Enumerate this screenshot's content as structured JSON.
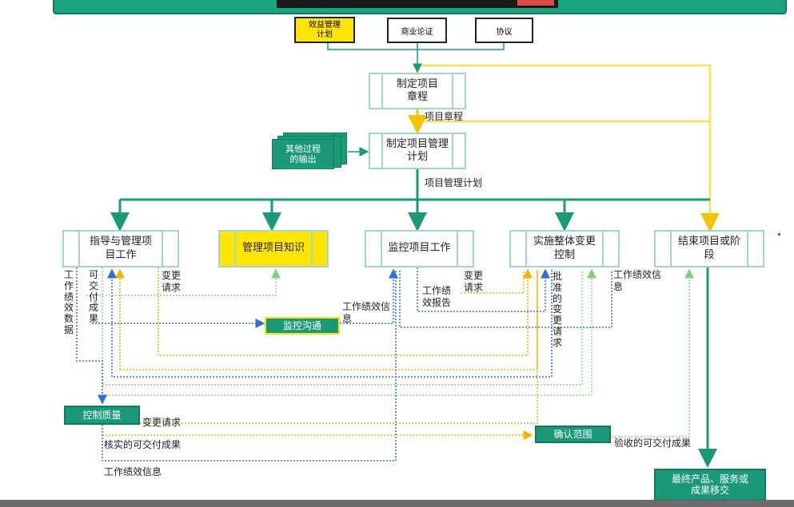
{
  "inputs": {
    "benefits_plan": "效益管理计划",
    "business_case": "商业论证",
    "agreements": "协议"
  },
  "processes": {
    "develop_charter": "制定项目章程",
    "develop_pm_plan": "制定项目管理计划",
    "direct_manage": "指导与管理项目工作",
    "manage_knowledge": "管理项目知识",
    "monitor_control": "监控项目工作",
    "integrated_change": "实施整体变更控制",
    "close_project": "结束项目或阶段"
  },
  "external_processes": {
    "other_outputs": "其他过程的输出",
    "monitor_comms": "监控沟通",
    "control_quality": "控制质量",
    "validate_scope": "确认范围",
    "final_transition": "最终产品、服务或成果移交"
  },
  "flow_labels": {
    "project_charter": "项目章程",
    "pm_plan": "项目管理计划",
    "deliverables": "可交付成果",
    "change_requests_1": "变更请求",
    "work_perf_data": "工作绩效数据",
    "work_perf_info_1": "工作绩效信息",
    "work_perf_reports": "工作绩效报告",
    "change_requests_2": "变更请求",
    "approved_changes": "批准的变更请求",
    "work_perf_info_2": "工作绩效信息",
    "change_requests_3": "变更请求",
    "verified_deliverables": "核实的可交付成果",
    "work_perf_info_3": "工作绩效信息",
    "accepted_deliverables": "验收的可交付成果"
  },
  "colors": {
    "teal": "#1a9a78",
    "box_border": "#9fd6cd",
    "yellow": "#ffe600",
    "yellow_line": "#f7e36a",
    "orange_dotted": "#f4b400",
    "green_dotted": "#8fd48f",
    "blue_dotted": "#2f6fd6",
    "bottom_bar": "#6b6b6b"
  }
}
